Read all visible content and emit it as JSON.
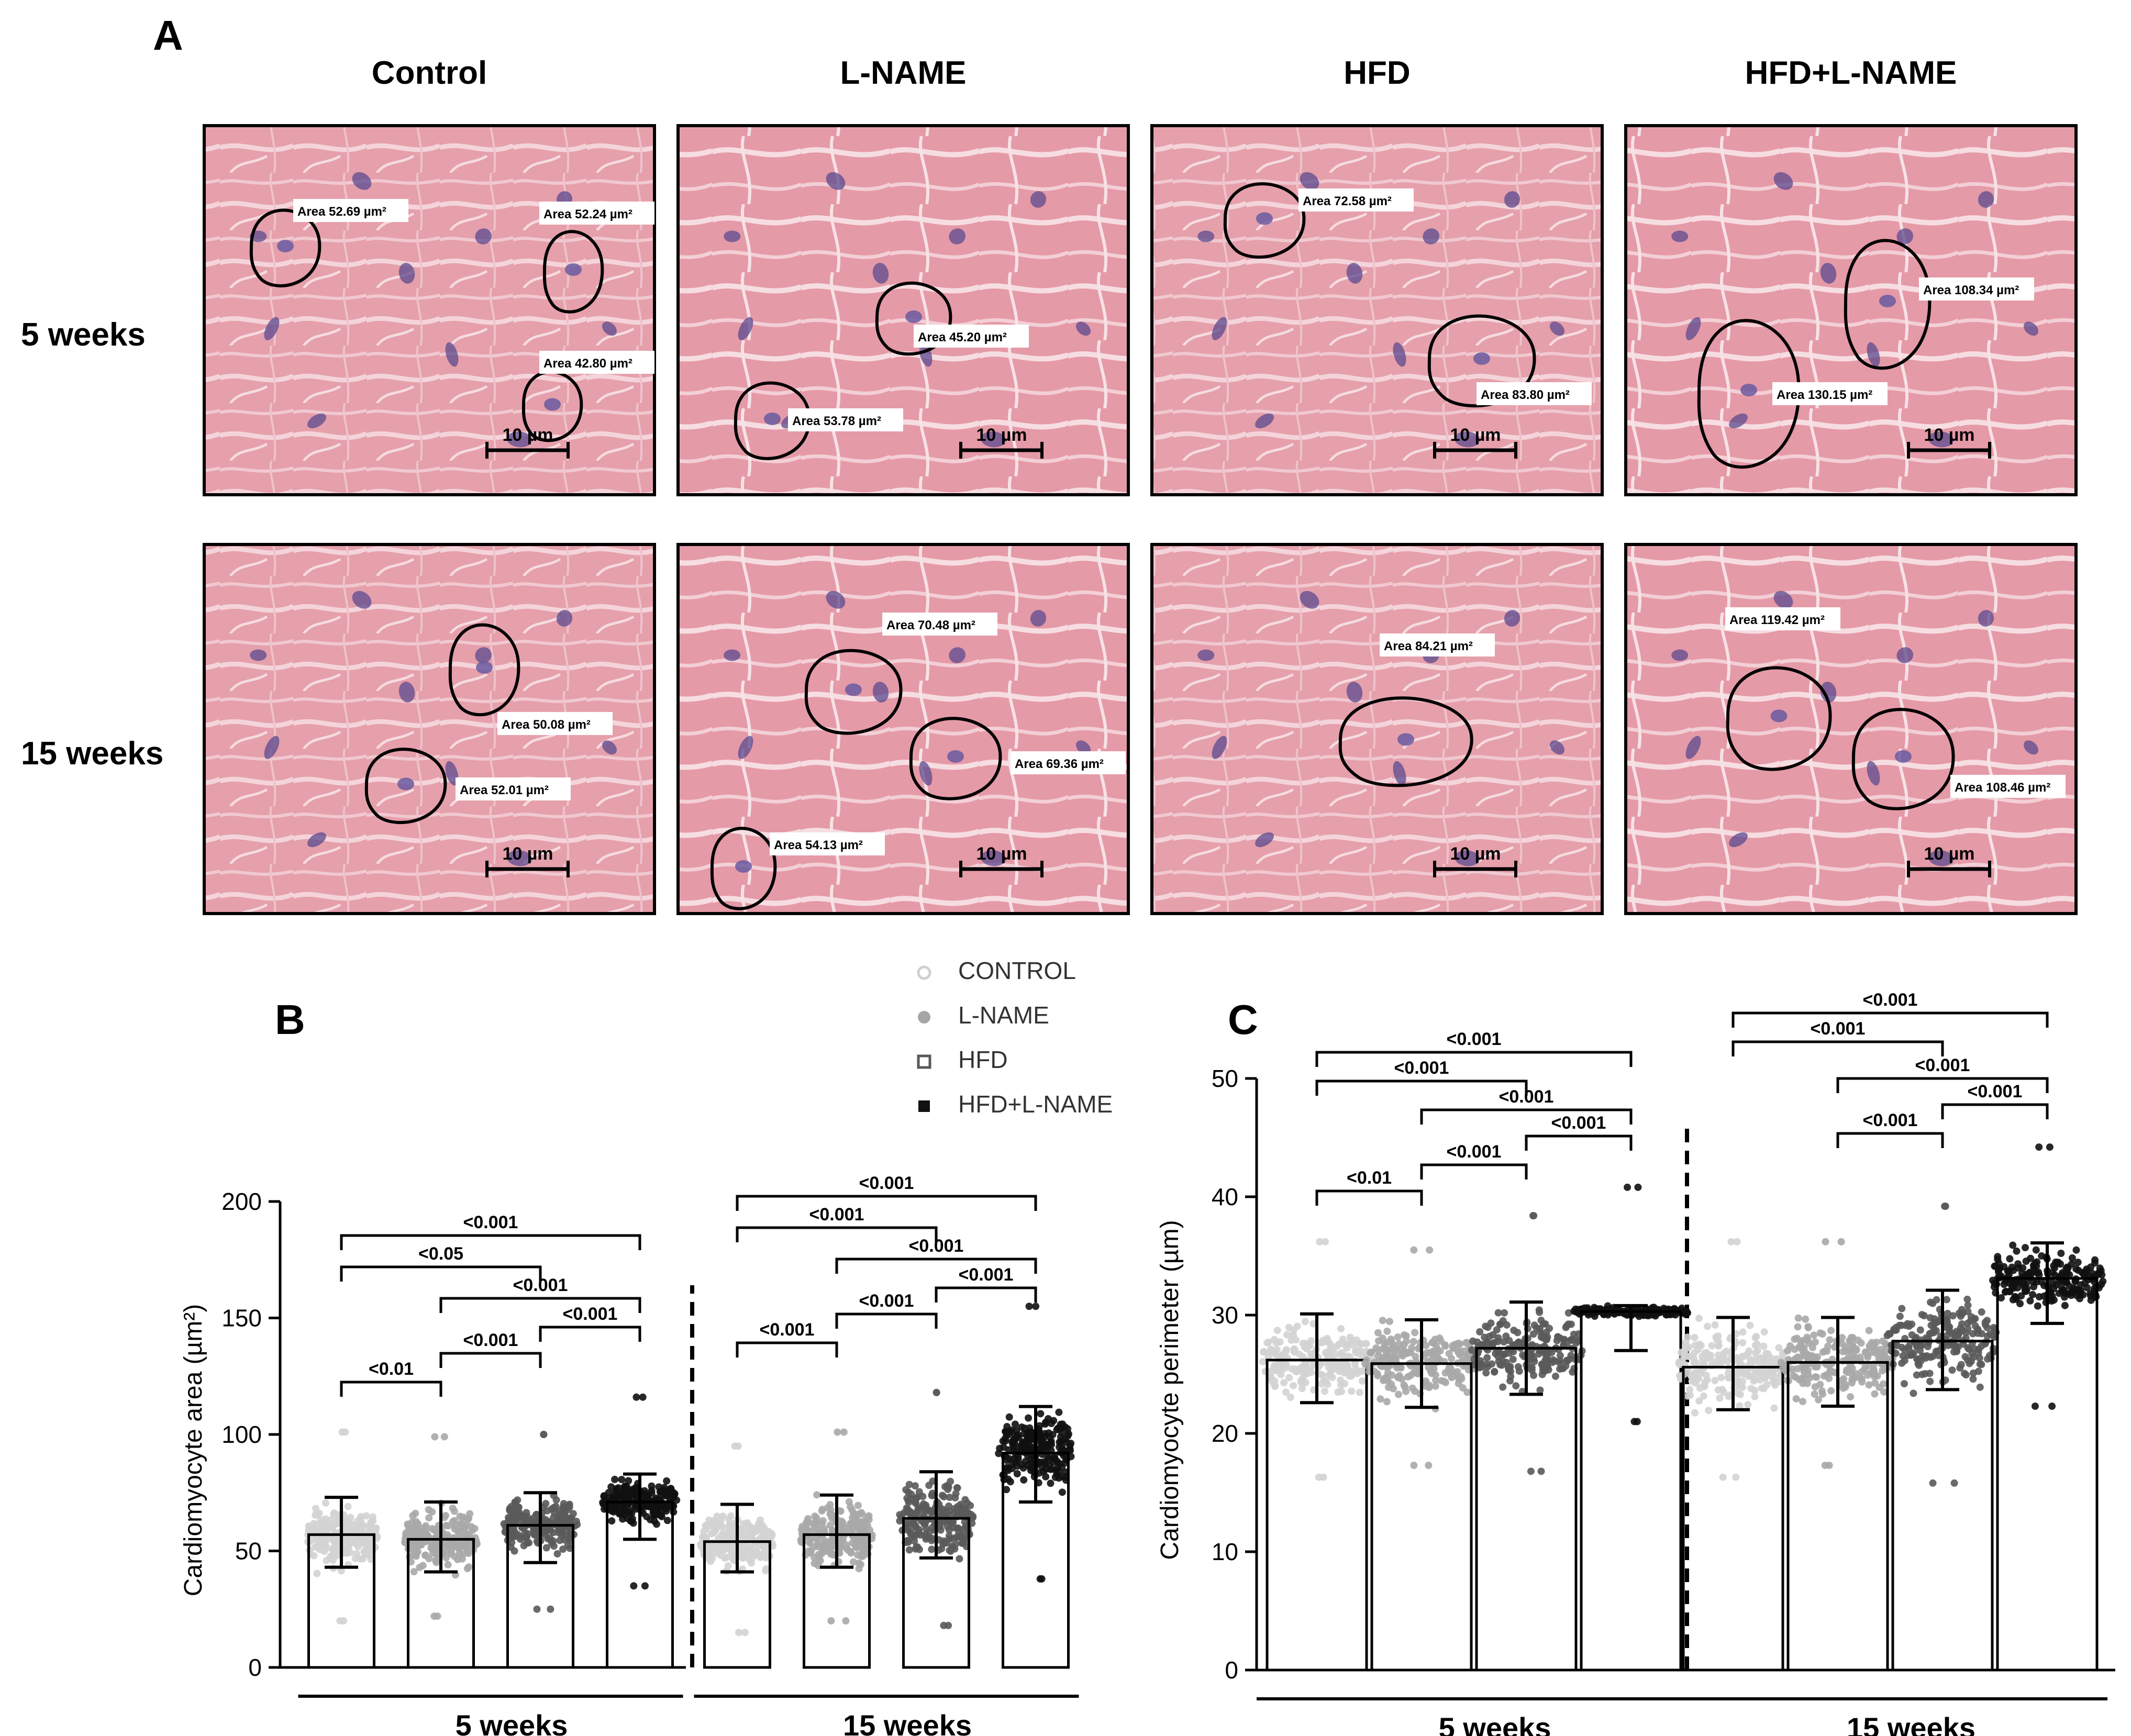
{
  "panel_a": {
    "letter": "A",
    "columns": [
      "Control",
      "L-NAME",
      "HFD",
      "HFD+L-NAME"
    ],
    "rows": [
      "5 weeks",
      "15 weeks"
    ],
    "scale_label": "10 µm",
    "micrographs": [
      {
        "row": 0,
        "col": 0,
        "areas": [
          "Area 52.69 µm²",
          "Area 52.24 µm²",
          "Area 42.80 µm²"
        ]
      },
      {
        "row": 0,
        "col": 1,
        "areas": [
          "Area 45.20 µm²",
          "Area 53.78 µm²"
        ]
      },
      {
        "row": 0,
        "col": 2,
        "areas": [
          "Area 72.58 µm²",
          "Area 83.80 µm²"
        ]
      },
      {
        "row": 0,
        "col": 3,
        "areas": [
          "Area 108.34 µm²",
          "Area 130.15 µm²"
        ]
      },
      {
        "row": 1,
        "col": 0,
        "areas": [
          "Area 50.08 µm²",
          "Area 52.01 µm²"
        ]
      },
      {
        "row": 1,
        "col": 1,
        "areas": [
          "Area 70.48 µm²",
          "Area 69.36 µm²",
          "Area 54.13 µm²"
        ]
      },
      {
        "row": 1,
        "col": 2,
        "areas": [
          "Area 84.21 µm²"
        ]
      },
      {
        "row": 1,
        "col": 3,
        "areas": [
          "Area 119.42 µm²",
          "Area 108.46 µm²"
        ]
      }
    ]
  },
  "legend": [
    {
      "label": "CONTROL",
      "marker": "open-circle",
      "color": "#cfcfcf"
    },
    {
      "label": "L-NAME",
      "marker": "filled-circle",
      "color": "#a6a6a6"
    },
    {
      "label": "HFD",
      "marker": "open-square",
      "color": "#595959"
    },
    {
      "label": "HFD+L-NAME",
      "marker": "filled-square",
      "color": "#111111"
    }
  ],
  "chart_data": [
    {
      "letter": "B",
      "type": "bar",
      "ylabel": "Cardiomyocyte area (µm²)",
      "ylim": [
        0,
        200
      ],
      "yticks": [
        0,
        50,
        100,
        150,
        200
      ],
      "groups": [
        "5 weeks",
        "15 weeks"
      ],
      "series": [
        {
          "name": "CONTROL",
          "color": "#d3d3d3",
          "mean": [
            57,
            54
          ],
          "sd_low": [
            43,
            41
          ],
          "sd_high": [
            73,
            70
          ],
          "min": [
            20,
            15
          ],
          "max": [
            101,
            95
          ]
        },
        {
          "name": "L-NAME",
          "color": "#a9a9a9",
          "mean": [
            55,
            57
          ],
          "sd_low": [
            41,
            43
          ],
          "sd_high": [
            71,
            74
          ],
          "min": [
            22,
            20
          ],
          "max": [
            99,
            101
          ]
        },
        {
          "name": "HFD",
          "color": "#5a5a5a",
          "mean": [
            61,
            64
          ],
          "sd_low": [
            45,
            47
          ],
          "sd_high": [
            75,
            84
          ],
          "min": [
            25,
            18
          ],
          "max": [
            100,
            118
          ]
        },
        {
          "name": "HFD+L-NAME",
          "color": "#111111",
          "mean": [
            71,
            92
          ],
          "sd_low": [
            55,
            71
          ],
          "sd_high": [
            83,
            112
          ],
          "min": [
            35,
            38
          ],
          "max": [
            116,
            155
          ]
        }
      ],
      "comparisons": [
        {
          "group": 0,
          "from": 0,
          "to": 3,
          "label": "<0.001"
        },
        {
          "group": 0,
          "from": 0,
          "to": 2,
          "label": "<0.05"
        },
        {
          "group": 0,
          "from": 1,
          "to": 3,
          "label": "<0.001"
        },
        {
          "group": 0,
          "from": 2,
          "to": 3,
          "label": "<0.001"
        },
        {
          "group": 0,
          "from": 1,
          "to": 2,
          "label": "<0.001"
        },
        {
          "group": 0,
          "from": 0,
          "to": 1,
          "label": "<0.01"
        },
        {
          "group": 1,
          "from": 0,
          "to": 3,
          "label": "<0.001"
        },
        {
          "group": 1,
          "from": 0,
          "to": 2,
          "label": "<0.001"
        },
        {
          "group": 1,
          "from": 1,
          "to": 3,
          "label": "<0.001"
        },
        {
          "group": 1,
          "from": 2,
          "to": 3,
          "label": "<0.001"
        },
        {
          "group": 1,
          "from": 1,
          "to": 2,
          "label": "<0.001"
        },
        {
          "group": 1,
          "from": 0,
          "to": 1,
          "label": "<0.001"
        }
      ]
    },
    {
      "letter": "C",
      "type": "bar",
      "ylabel": "Cardiomyocyte perimeter (µm)",
      "ylim": [
        0,
        50
      ],
      "yticks": [
        0,
        10,
        20,
        30,
        40,
        50
      ],
      "groups": [
        "5 weeks",
        "15 weeks"
      ],
      "series": [
        {
          "name": "CONTROL",
          "color": "#d3d3d3",
          "mean": [
            26.2,
            25.6
          ],
          "sd_low": [
            22.6,
            22.0
          ],
          "sd_high": [
            30.1,
            29.8
          ],
          "min": [
            16.3,
            16.3
          ],
          "max": [
            36.2,
            36.2
          ]
        },
        {
          "name": "L-NAME",
          "color": "#a9a9a9",
          "mean": [
            25.9,
            26.0
          ],
          "sd_low": [
            22.2,
            22.3
          ],
          "sd_high": [
            29.6,
            29.8
          ],
          "min": [
            17.3,
            17.3
          ],
          "max": [
            35.5,
            36.2
          ]
        },
        {
          "name": "HFD",
          "color": "#5a5a5a",
          "mean": [
            27.2,
            27.8
          ],
          "sd_low": [
            23.3,
            23.7
          ],
          "sd_high": [
            31.1,
            32.1
          ],
          "min": [
            16.8,
            15.8
          ],
          "max": [
            38.4,
            39.2
          ]
        },
        {
          "name": "HFD+L-NAME",
          "color": "#111111",
          "mean": [
            30.3,
            33.1
          ],
          "sd_low": [
            27.0,
            29.3
          ],
          "sd_high": [
            30.8,
            36.1
          ],
          "min": [
            21.0,
            22.3
          ],
          "max": [
            40.8,
            44.2
          ]
        }
      ],
      "comparisons": [
        {
          "group": 0,
          "from": 0,
          "to": 3,
          "label": "<0.001"
        },
        {
          "group": 0,
          "from": 0,
          "to": 2,
          "label": "<0.001"
        },
        {
          "group": 0,
          "from": 1,
          "to": 3,
          "label": "<0.001"
        },
        {
          "group": 0,
          "from": 2,
          "to": 3,
          "label": "<0.001"
        },
        {
          "group": 0,
          "from": 1,
          "to": 2,
          "label": "<0.001"
        },
        {
          "group": 0,
          "from": 0,
          "to": 1,
          "label": "<0.01"
        },
        {
          "group": 1,
          "from": 0,
          "to": 3,
          "label": "<0.001"
        },
        {
          "group": 1,
          "from": 0,
          "to": 2,
          "label": "<0.001"
        },
        {
          "group": 1,
          "from": 1,
          "to": 3,
          "label": "<0.001"
        },
        {
          "group": 1,
          "from": 2,
          "to": 3,
          "label": "<0.001"
        },
        {
          "group": 1,
          "from": 1,
          "to": 2,
          "label": "<0.001"
        }
      ]
    }
  ]
}
